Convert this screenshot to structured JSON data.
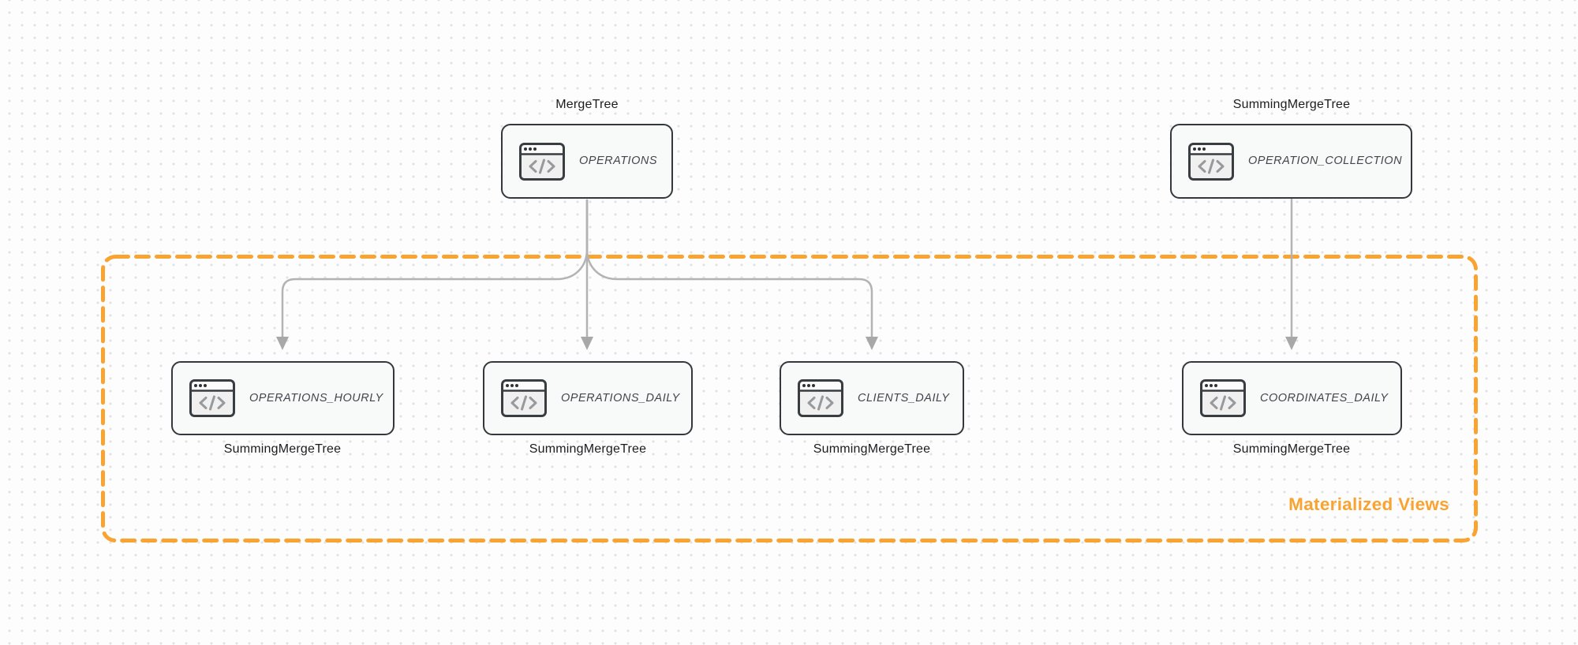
{
  "canvas": {
    "group": {
      "label": "Materialized Views"
    },
    "nodes": [
      {
        "icon": "code-window-icon",
        "title": "OPERATIONS",
        "engine": "MergeTree"
      },
      {
        "icon": "code-window-icon",
        "title": "OPERATION_COLLECTION",
        "engine": "SummingMergeTree"
      },
      {
        "icon": "code-window-icon",
        "title": "OPERATIONS_HOURLY",
        "engine": "SummingMergeTree"
      },
      {
        "icon": "code-window-icon",
        "title": "OPERATIONS_DAILY",
        "engine": "SummingMergeTree"
      },
      {
        "icon": "code-window-icon",
        "title": "CLIENTS_DAILY",
        "engine": "SummingMergeTree"
      },
      {
        "icon": "code-window-icon",
        "title": "COORDINATES_DAILY",
        "engine": "SummingMergeTree"
      }
    ],
    "colors": {
      "accent_orange": "#F9A331",
      "node_border": "#33383C",
      "node_fill": "#F8F9F9",
      "edge_gray": "#B3B3B3",
      "arrowhead_gray": "#A8A8A8"
    }
  }
}
